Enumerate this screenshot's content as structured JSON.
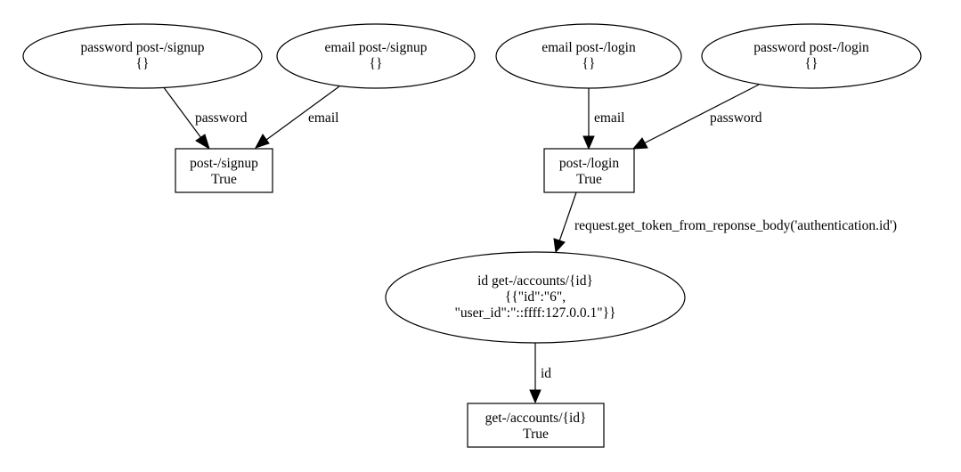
{
  "diagram": {
    "nodes": {
      "password_signup": {
        "line1": "password post-/signup",
        "line2": "{}"
      },
      "email_signup": {
        "line1": "email post-/signup",
        "line2": "{}"
      },
      "email_login": {
        "line1": "email post-/login",
        "line2": "{}"
      },
      "password_login": {
        "line1": "password post-/login",
        "line2": "{}"
      },
      "signup": {
        "line1": "post-/signup",
        "line2": "True"
      },
      "login": {
        "line1": "post-/login",
        "line2": "True"
      },
      "id_accounts": {
        "line1": "id get-/accounts/{id}",
        "line2": "{{\"id\":\"6\",",
        "line3": "\"user_id\":\"::ffff:127.0.0.1\"}}"
      },
      "accounts": {
        "line1": "get-/accounts/{id}",
        "line2": "True"
      }
    },
    "edges": {
      "password_to_signup": "password",
      "email_to_signup": "email",
      "email_to_login": "email",
      "password_to_login": "password",
      "login_to_accounts_param": "request.get_token_from_reponse_body('authentication.id')",
      "id_to_accounts": "id"
    }
  }
}
